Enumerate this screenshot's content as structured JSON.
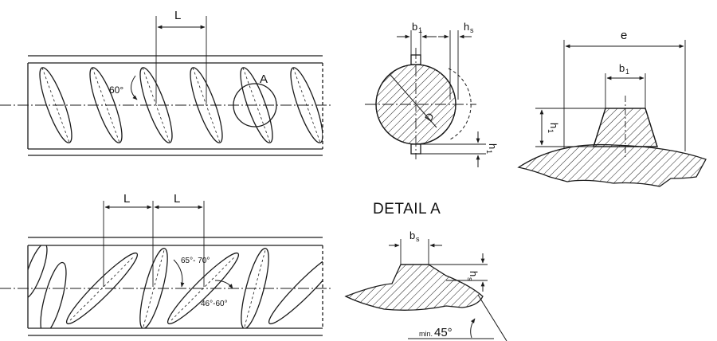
{
  "labels": {
    "spacing_L": "L",
    "detail_marker": "A",
    "angle_top": "60°",
    "angle_bottom_upper": "65°- 70°",
    "angle_bottom_lower": "46°-60°",
    "detail_title": "DETAIL A",
    "min_prefix": "min.",
    "min_angle": "45°",
    "dim_b": "b",
    "sub_1": "1",
    "sub_s": "s",
    "dim_h": "h",
    "dim_e": "e",
    "dim_d": "D"
  },
  "colors": {
    "ink": "#1a1a1a",
    "paper": "#ffffff"
  }
}
